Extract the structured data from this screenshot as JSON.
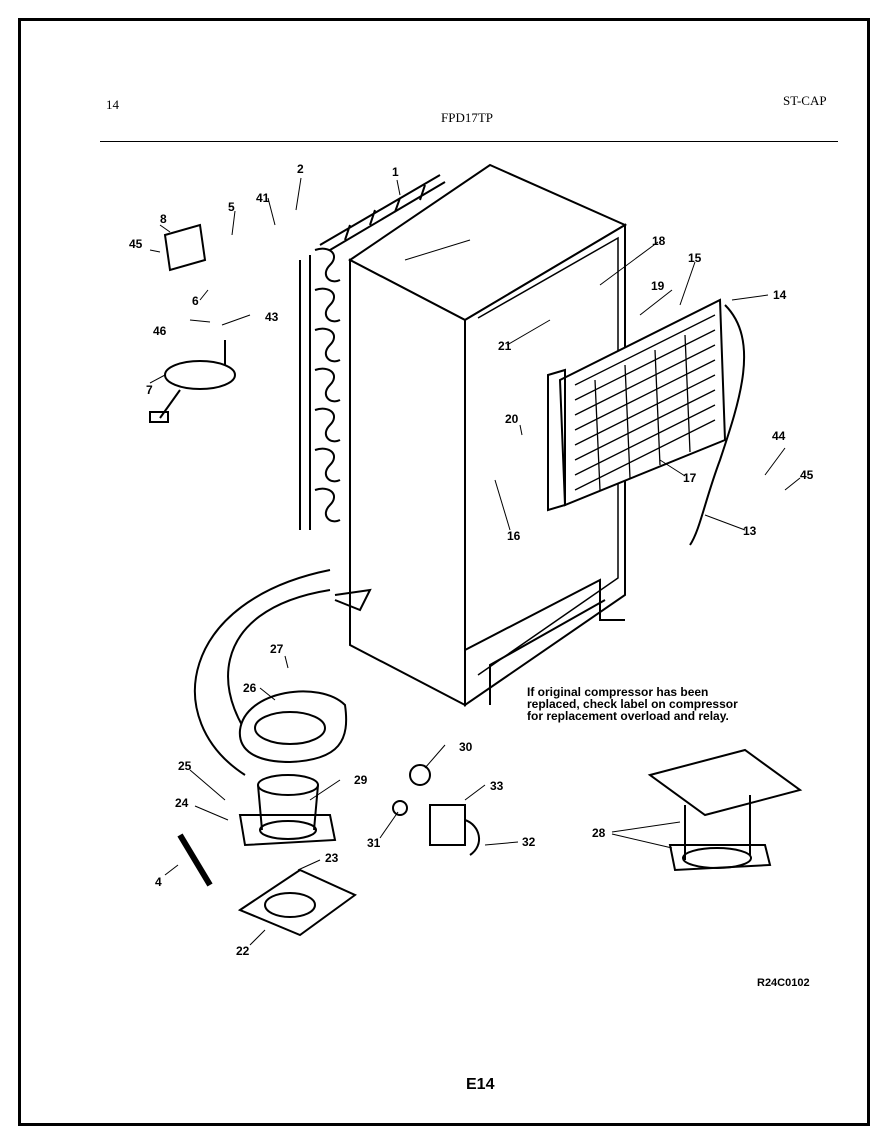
{
  "header": {
    "page_number": "14",
    "model": "FPD17TP",
    "section": "ST-CAP"
  },
  "note": "If original compressor has been replaced, check label on compressor for replacement overload and relay.",
  "diagram_code": "R24C0102",
  "footer_page": "E14",
  "callouts": [
    {
      "id": "c1",
      "label": "1"
    },
    {
      "id": "c2",
      "label": "2"
    },
    {
      "id": "c4",
      "label": "4"
    },
    {
      "id": "c5",
      "label": "5"
    },
    {
      "id": "c6",
      "label": "6"
    },
    {
      "id": "c7",
      "label": "7"
    },
    {
      "id": "c8",
      "label": "8"
    },
    {
      "id": "c13",
      "label": "13"
    },
    {
      "id": "c14",
      "label": "14"
    },
    {
      "id": "c15",
      "label": "15"
    },
    {
      "id": "c16",
      "label": "16"
    },
    {
      "id": "c17",
      "label": "17"
    },
    {
      "id": "c18",
      "label": "18"
    },
    {
      "id": "c19",
      "label": "19"
    },
    {
      "id": "c20",
      "label": "20"
    },
    {
      "id": "c21",
      "label": "21"
    },
    {
      "id": "c22",
      "label": "22"
    },
    {
      "id": "c23",
      "label": "23"
    },
    {
      "id": "c24",
      "label": "24"
    },
    {
      "id": "c25",
      "label": "25"
    },
    {
      "id": "c26",
      "label": "26"
    },
    {
      "id": "c27",
      "label": "27"
    },
    {
      "id": "c28",
      "label": "28"
    },
    {
      "id": "c29",
      "label": "29"
    },
    {
      "id": "c30",
      "label": "30"
    },
    {
      "id": "c31",
      "label": "31"
    },
    {
      "id": "c32",
      "label": "32"
    },
    {
      "id": "c33",
      "label": "33"
    },
    {
      "id": "c41",
      "label": "41"
    },
    {
      "id": "c43",
      "label": "43"
    },
    {
      "id": "c44",
      "label": "44"
    },
    {
      "id": "c45a",
      "label": "45"
    },
    {
      "id": "c45b",
      "label": "45"
    },
    {
      "id": "c46",
      "label": "46"
    }
  ]
}
